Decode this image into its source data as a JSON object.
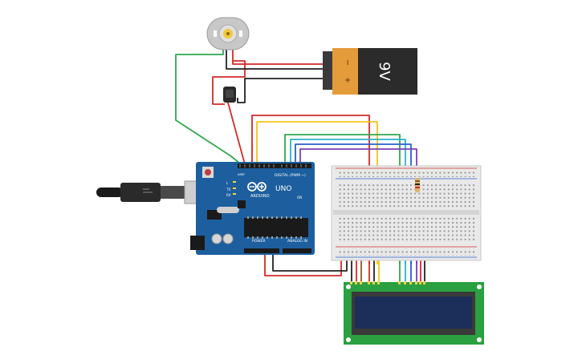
{
  "battery": {
    "voltage_label": "9V",
    "minus_sign": "−",
    "plus_sign": "+"
  },
  "arduino": {
    "brand_text": "ARDUINO",
    "model_text": "UNO",
    "digital_header_text": "DIGITAL (PWM ~)",
    "power_header_text": "POWER",
    "analog_header_text": "ANALOG IN",
    "on_text": "ON",
    "tx_text": "TX",
    "rx_text": "RX",
    "l_text": "L",
    "aref_text": "AREF"
  },
  "colors": {
    "wire_red": "#d32a2a",
    "wire_black": "#222222",
    "wire_green": "#2fa84f",
    "wire_yellow": "#f0c419",
    "wire_cyan": "#27b4d0",
    "wire_blue": "#2760c9",
    "wire_purple": "#7a3fb8",
    "wire_brown": "#8a5a2b",
    "arduino_board": "#1d5f9e",
    "lcd_board": "#2aa040",
    "lcd_screen": "#1c2e5a",
    "battery_orange": "#e49b3a",
    "battery_black": "#2b2b2b"
  },
  "icons": {
    "motor": "dc-motor-icon",
    "transistor": "transistor-icon",
    "usb": "usb-plug-icon",
    "resistor": "resistor-icon"
  }
}
